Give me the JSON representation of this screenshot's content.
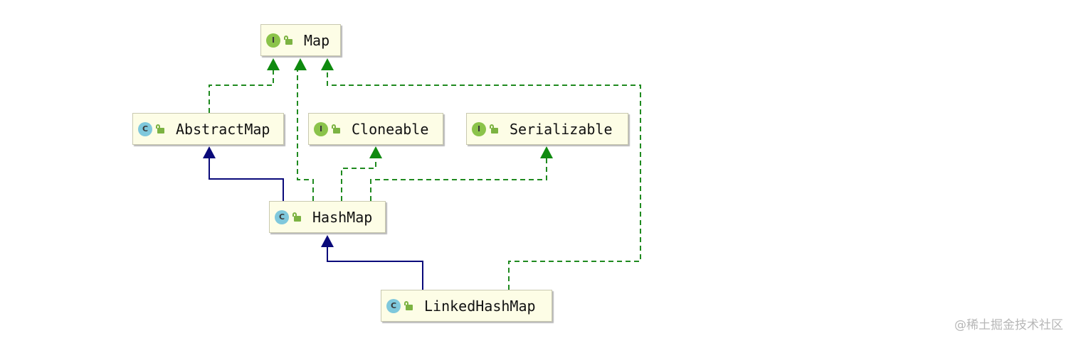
{
  "nodes": {
    "map": {
      "name": "Map",
      "kind": "interface",
      "badge": "I"
    },
    "abstract_map": {
      "name": "AbstractMap",
      "kind": "class",
      "badge": "C"
    },
    "cloneable": {
      "name": "Cloneable",
      "kind": "interface",
      "badge": "I"
    },
    "serializable": {
      "name": "Serializable",
      "kind": "interface",
      "badge": "I"
    },
    "hash_map": {
      "name": "HashMap",
      "kind": "class",
      "badge": "C"
    },
    "linked_hash_map": {
      "name": "LinkedHashMap",
      "kind": "class",
      "badge": "C"
    }
  },
  "relations": [
    {
      "from": "AbstractMap",
      "to": "Map",
      "type": "implements"
    },
    {
      "from": "HashMap",
      "to": "Map",
      "type": "implements"
    },
    {
      "from": "HashMap",
      "to": "AbstractMap",
      "type": "extends"
    },
    {
      "from": "HashMap",
      "to": "Cloneable",
      "type": "implements"
    },
    {
      "from": "HashMap",
      "to": "Serializable",
      "type": "implements"
    },
    {
      "from": "LinkedHashMap",
      "to": "HashMap",
      "type": "extends"
    },
    {
      "from": "LinkedHashMap",
      "to": "Map",
      "type": "implements"
    }
  ],
  "colors": {
    "implements_line": "#1f8a1f",
    "extends_line": "#0a0a7a",
    "node_fill": "#fdfde6",
    "interface_badge": "#8bc34a",
    "class_badge": "#7fc8dc"
  },
  "watermark": "@稀土掘金技术社区"
}
